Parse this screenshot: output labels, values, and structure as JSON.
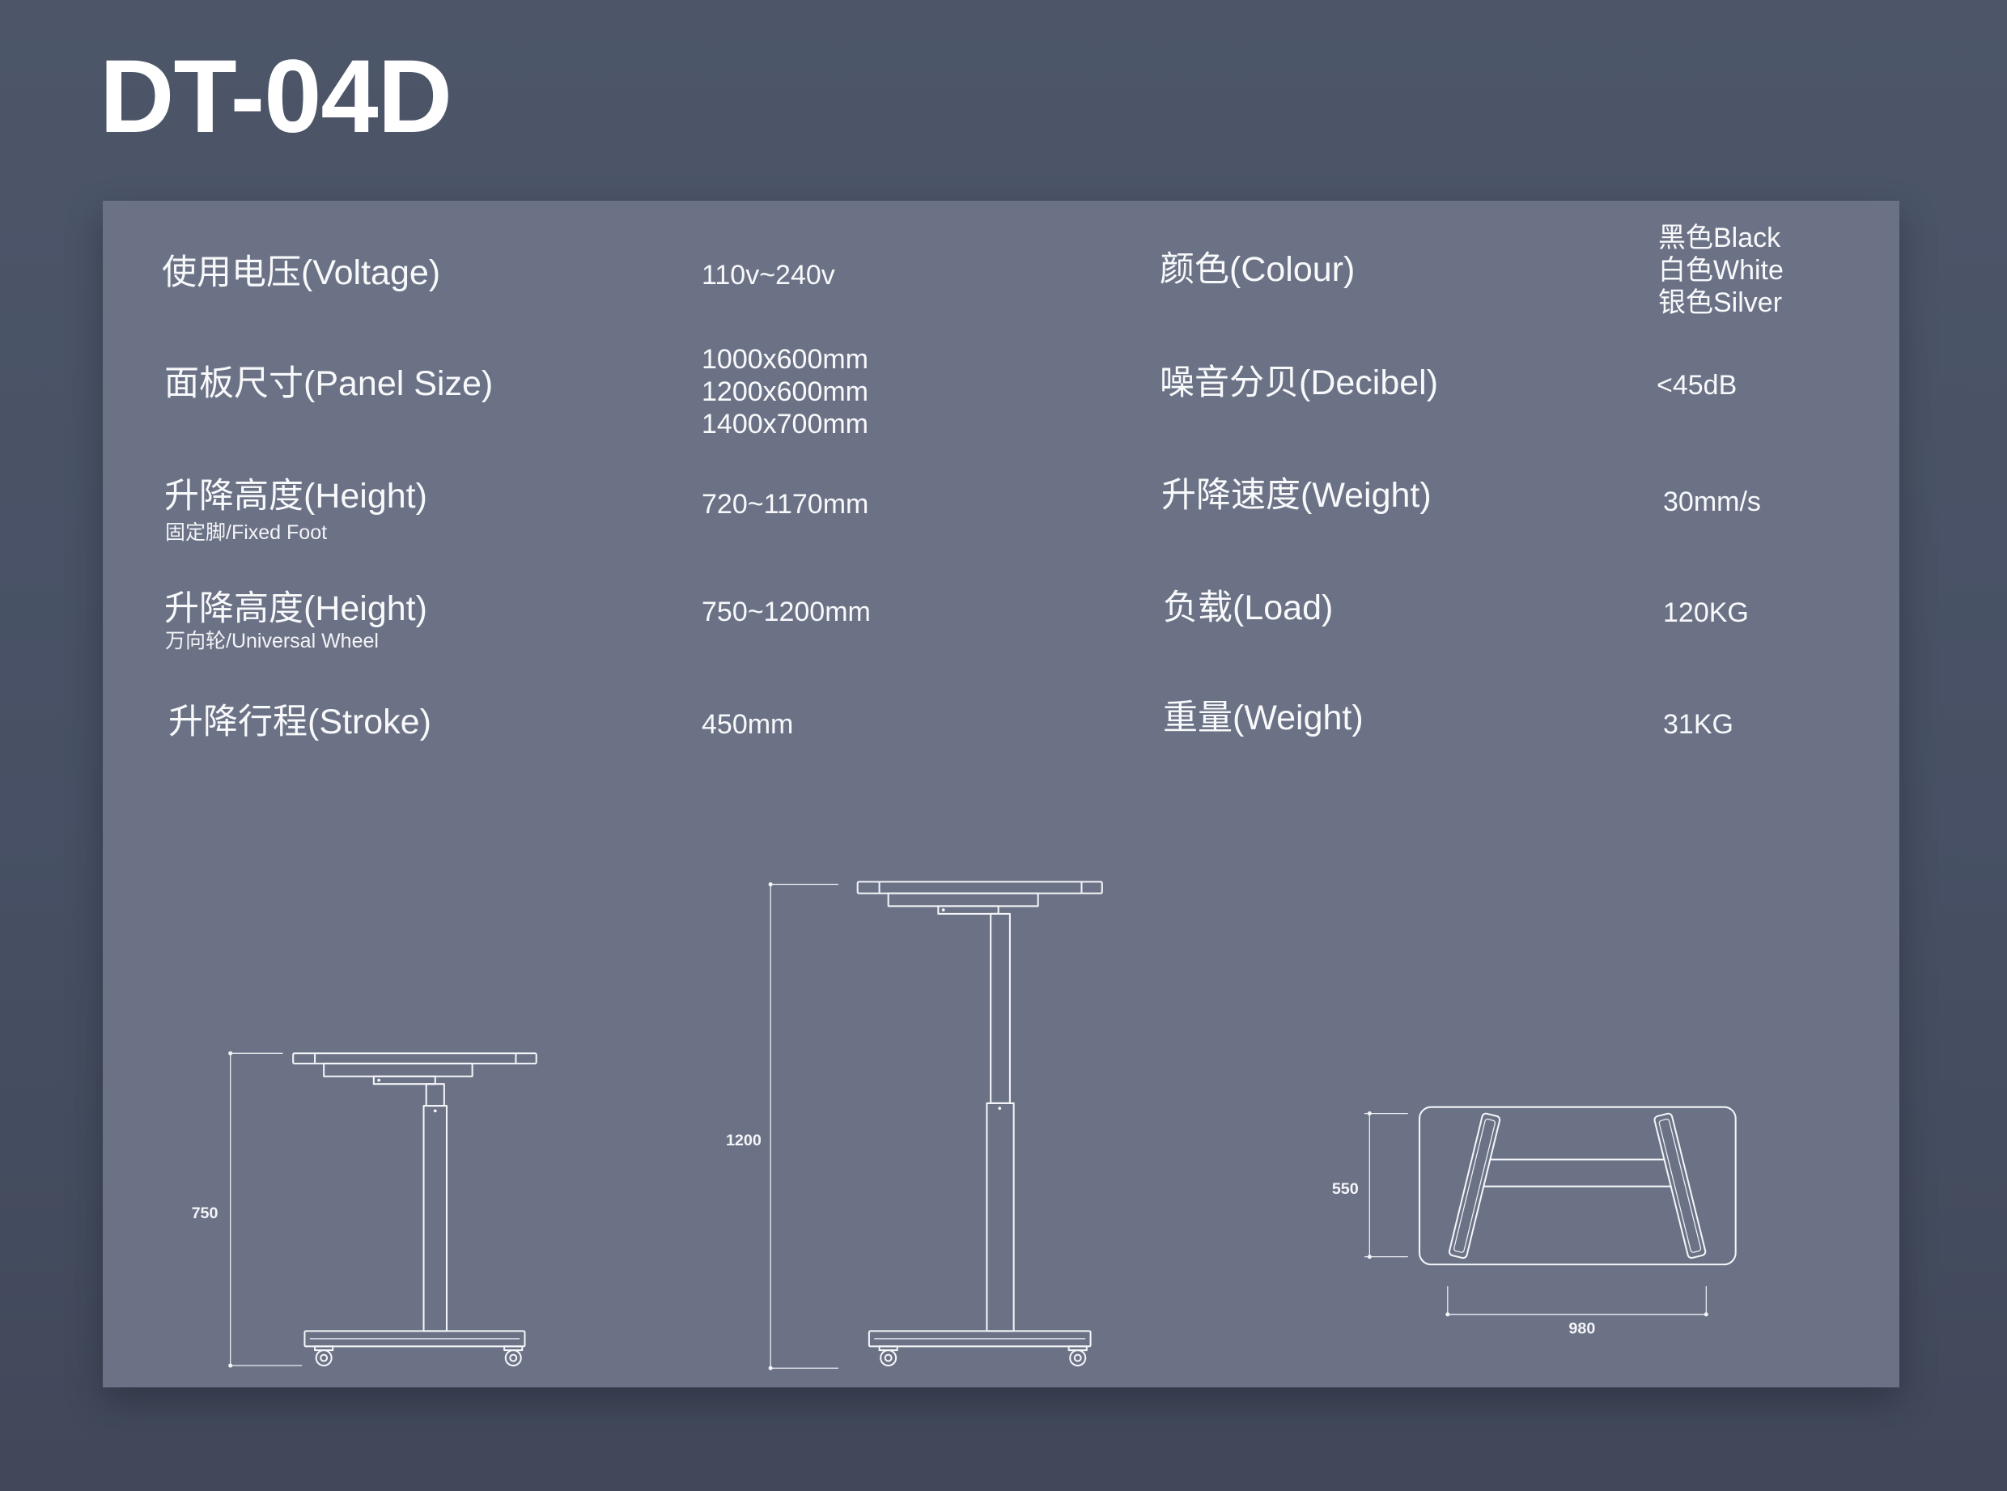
{
  "header": {
    "title": "DT-04D"
  },
  "specs": {
    "left": [
      {
        "label": "使用电压(Voltage)",
        "value": "110v~240v"
      },
      {
        "label": "面板尺寸(Panel Size)",
        "values": [
          "1000x600mm",
          "1200x600mm",
          "1400x700mm"
        ]
      },
      {
        "label": "升降高度(Height)",
        "sublabel": "固定脚/Fixed Foot",
        "value": "720~1170mm"
      },
      {
        "label": "升降高度(Height)",
        "sublabel": "万向轮/Universal Wheel",
        "value": "750~1200mm"
      },
      {
        "label": "升降行程(Stroke)",
        "value": "450mm"
      }
    ],
    "right": [
      {
        "label": "颜色(Colour)",
        "values": [
          "黑色Black",
          "白色White",
          "银色Silver"
        ]
      },
      {
        "label": "噪音分贝(Decibel)",
        "value": "<45dB"
      },
      {
        "label": "升降速度(Weight)",
        "value": "30mm/s"
      },
      {
        "label": "负载(Load)",
        "value": "120KG"
      },
      {
        "label": "重量(Weight)",
        "value": "31KG"
      }
    ]
  },
  "drawings": {
    "low_desk_height_label": "750",
    "high_desk_height_label": "1200",
    "top_view_depth_label": "550",
    "top_view_width_label": "980"
  },
  "colors": {
    "background": "#4b5467",
    "panel": "#6b7286",
    "text": "#ffffff",
    "line_art": "#f4f5f8"
  }
}
